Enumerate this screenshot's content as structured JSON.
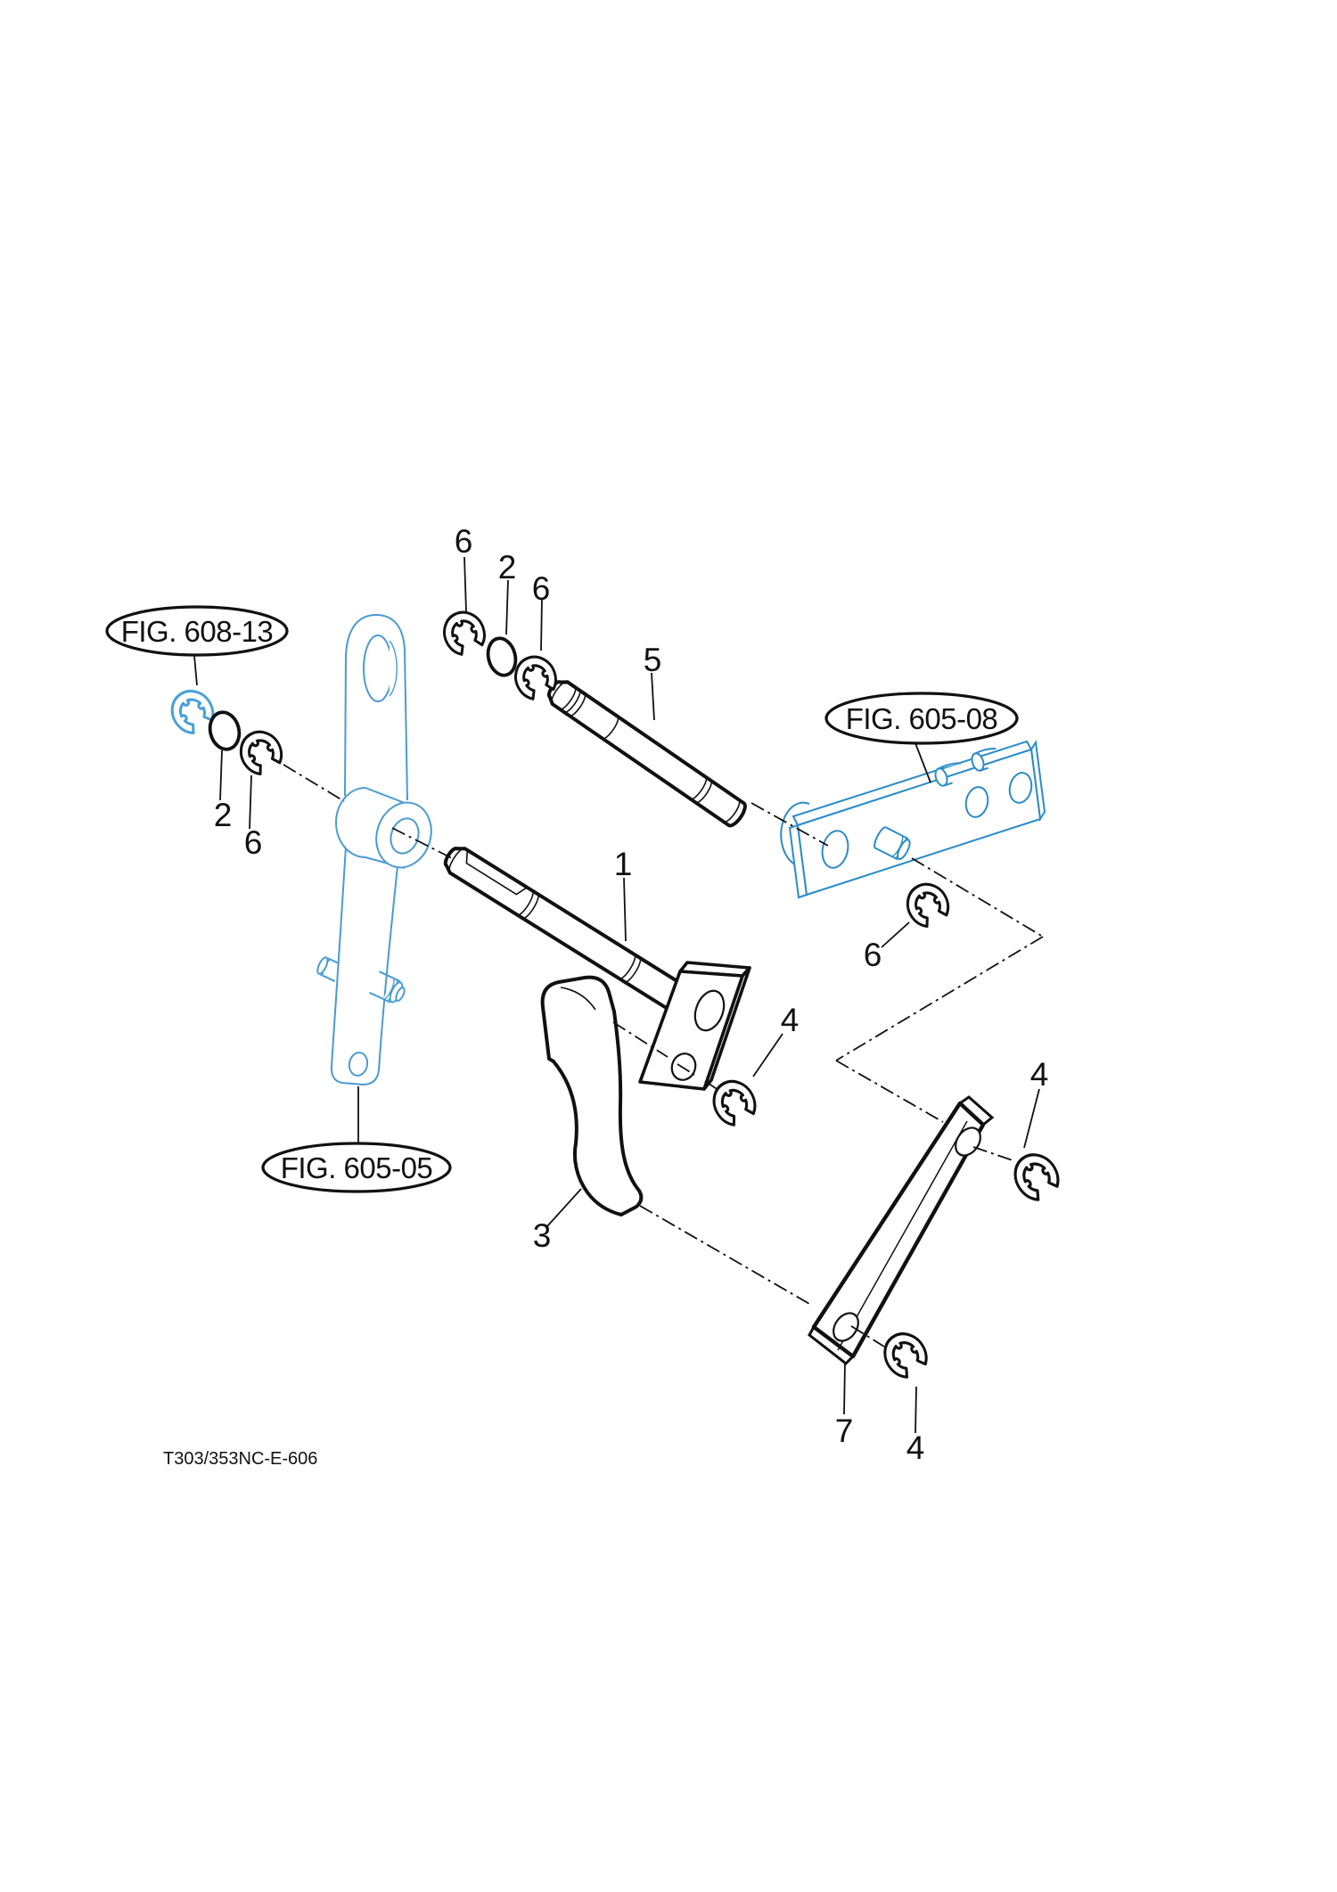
{
  "drawing": {
    "code": "T303/353NC-E-606"
  },
  "figure_references": {
    "fig_608_13": "FIG. 608-13",
    "fig_605_08": "FIG. 605-08",
    "fig_605_05": "FIG. 605-05"
  },
  "callouts": {
    "c1": "1",
    "c2": "2",
    "c3": "3",
    "c4": "4",
    "c5": "5",
    "c6": "6",
    "c7": "7"
  },
  "colors": {
    "line_black": "#111111",
    "plate_blue": "#2a8cc8",
    "arm_blue": "#4a9bd1",
    "clip_blue": "#4aa0d8",
    "background": "#ffffff"
  }
}
